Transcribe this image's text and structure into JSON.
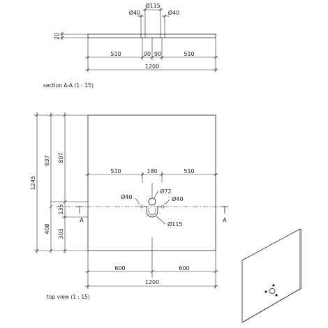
{
  "section": {
    "caption": "section A-A (1 : 15)",
    "dim_top_dia_center": "Ø115",
    "dim_top_dia_left": "Ø40",
    "dim_top_dia_right": "Ø40",
    "dim_thickness": "20",
    "dim_left": "510",
    "dim_mid_left": "90",
    "dim_mid_right": "90",
    "dim_right": "510",
    "dim_total": "1200"
  },
  "top": {
    "caption": "top view (1 : 15)",
    "dim_upper_left": "510",
    "dim_upper_mid": "180",
    "dim_upper_right": "510",
    "dia_72": "Ø72",
    "dia_40_left": "Ø40",
    "dia_40_right": "Ø40",
    "dia_115": "Ø115",
    "section_a_left": "A",
    "section_a_right": "A",
    "dim_lower_left": "600",
    "dim_lower_right": "600",
    "dim_lower_total": "1200",
    "v_total": "1245",
    "v_837": "837",
    "v_807": "807",
    "v_135": "135",
    "v_408": "408",
    "v_303": "303"
  }
}
